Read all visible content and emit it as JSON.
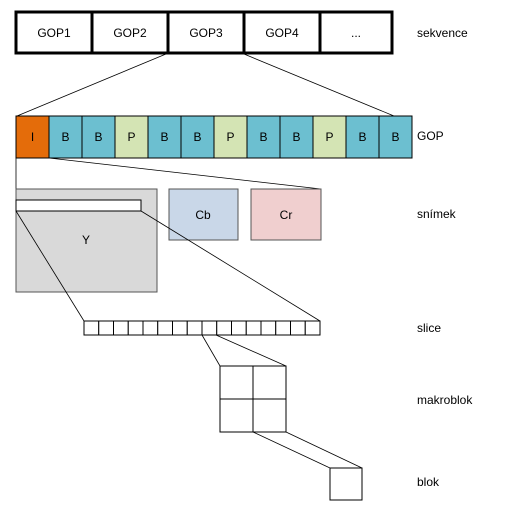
{
  "labels": {
    "sequence": "sekvence",
    "gop": "GOP",
    "frame": "snímek",
    "slice": "slice",
    "macroblock": "makroblok",
    "block": "blok"
  },
  "sequence_cells": [
    "GOP1",
    "GOP2",
    "GOP3",
    "GOP4",
    "..."
  ],
  "gop_frames": [
    "I",
    "B",
    "B",
    "P",
    "B",
    "B",
    "P",
    "B",
    "B",
    "P",
    "B",
    "B"
  ],
  "frame_type_colors": {
    "I": "#e46c0a",
    "B": "#6cbfd0",
    "P": "#d4e4b4"
  },
  "planes": {
    "y": {
      "label": "Y",
      "color": "#d9d9d9"
    },
    "cb": {
      "label": "Cb",
      "color": "#c9d7e8"
    },
    "cr": {
      "label": "Cr",
      "color": "#f0cfcf"
    }
  }
}
